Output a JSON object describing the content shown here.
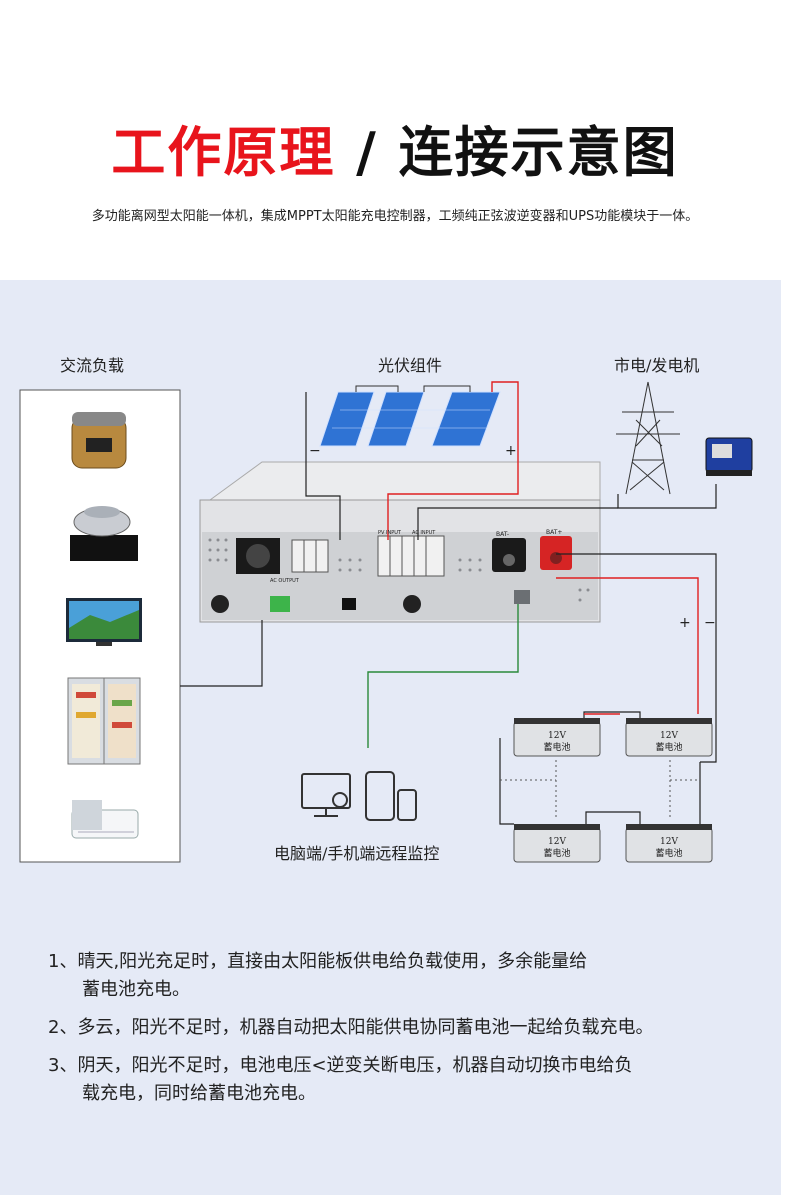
{
  "header": {
    "title_red": "工作原理",
    "title_sep": " / ",
    "title_black": "连接示意图",
    "subtitle": "多功能离网型太阳能一体机，集成MPPT太阳能充电控制器，工频纯正弦波逆变器和UPS功能模块于一体。"
  },
  "diagram": {
    "ac_load_label": "交流负载",
    "pv_label": "光伏组件",
    "grid_label": "市电/发电机",
    "monitor_label": "电脑端/手机端远程监控",
    "pv_minus": "−",
    "pv_plus": "+",
    "bat_plus": "+",
    "bat_minus": "−",
    "battery_voltage": "12V",
    "battery_name": "蓄电池",
    "bat_neg_terminal": "BAT-",
    "bat_pos_terminal": "BAT+",
    "ac_output": "AC OUTPUT",
    "pv_input": "PV INPUT",
    "ac_input": "AC INPUT"
  },
  "notes": [
    {
      "num": "1、",
      "line1": "晴天,阳光充足时，直接由太阳能板供电给负载使用，多余能量给",
      "line2": "蓄电池充电。"
    },
    {
      "num": "2、",
      "line1": "多云，阳光不足时，机器自动把太阳能供电协同蓄电池一起给负载充电。",
      "line2": ""
    },
    {
      "num": "3、",
      "line1": "阴天，阳光不足时，电池电压<逆变关断电压，机器自动切换市电给负",
      "line2": "载充电，同时给蓄电池充电。"
    }
  ],
  "colors": {
    "title_red": "#e8141c",
    "panel_bg": "#e5eaf6",
    "wire_red": "#e02020",
    "wire_green": "#2a8a3a"
  }
}
